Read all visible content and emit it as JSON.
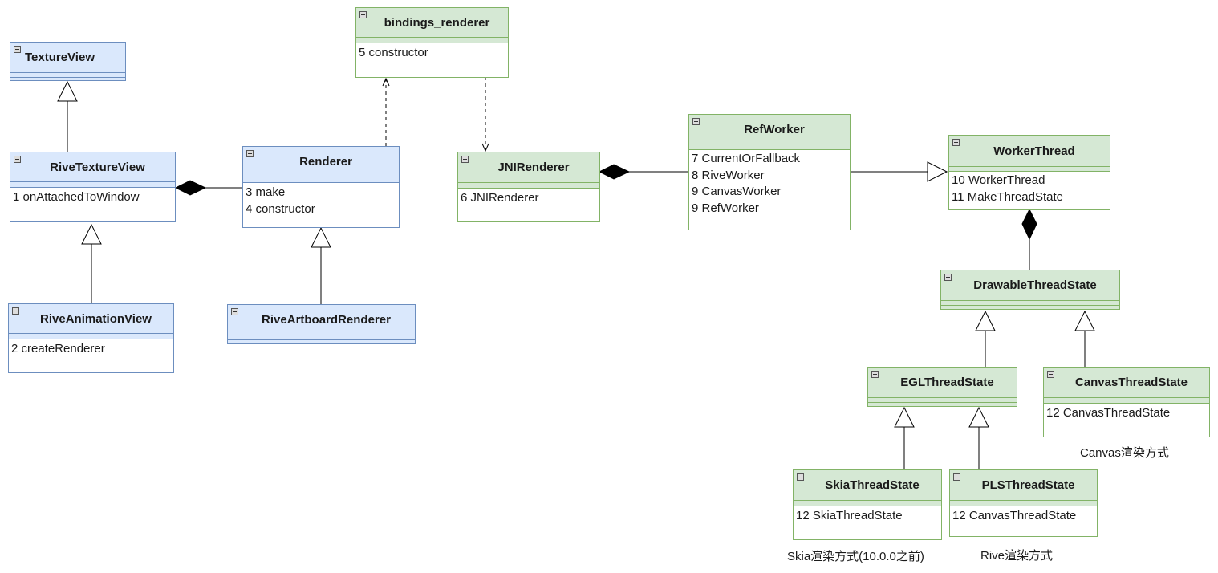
{
  "classes": {
    "texture_view": {
      "title": "TextureView",
      "items": []
    },
    "rive_texture_view": {
      "title": "RiveTextureView",
      "items": [
        "1 onAttachedToWindow"
      ]
    },
    "rive_animation_view": {
      "title": "RiveAnimationView",
      "items": [
        "2 createRenderer"
      ]
    },
    "renderer": {
      "title": "Renderer",
      "items": [
        "3 make",
        "4 constructor"
      ]
    },
    "rive_artboard_renderer": {
      "title": "RiveArtboardRenderer",
      "items": []
    },
    "bindings_renderer": {
      "title": "bindings_renderer",
      "items": [
        "5 constructor"
      ]
    },
    "jni_renderer": {
      "title": "JNIRenderer",
      "items": [
        "6 JNIRenderer"
      ]
    },
    "ref_worker": {
      "title": "RefWorker",
      "items": [
        "7 CurrentOrFallback",
        "8 RiveWorker",
        "9 CanvasWorker",
        "9 RefWorker"
      ]
    },
    "worker_thread": {
      "title": "WorkerThread",
      "items": [
        "10 WorkerThread",
        "11 MakeThreadState"
      ]
    },
    "drawable_thread_state": {
      "title": "DrawableThreadState",
      "items": []
    },
    "egl_thread_state": {
      "title": "EGLThreadState",
      "items": []
    },
    "canvas_thread_state": {
      "title": "CanvasThreadState",
      "items": [
        "12 CanvasThreadState"
      ]
    },
    "skia_thread_state": {
      "title": "SkiaThreadState",
      "items": [
        "12 SkiaThreadState"
      ]
    },
    "pls_thread_state": {
      "title": "PLSThreadState",
      "items": [
        "12 CanvasThreadState"
      ]
    }
  },
  "notes": {
    "canvas": "Canvas渲染方式",
    "skia": "Skia渲染方式(10.0.0之前)",
    "rive": "Rive渲染方式"
  },
  "colors": {
    "blue_fill": "#dae8fc",
    "blue_stroke": "#6c8ebf",
    "green_fill": "#d5e8d4",
    "green_stroke": "#82b366",
    "edge": "#000000"
  }
}
